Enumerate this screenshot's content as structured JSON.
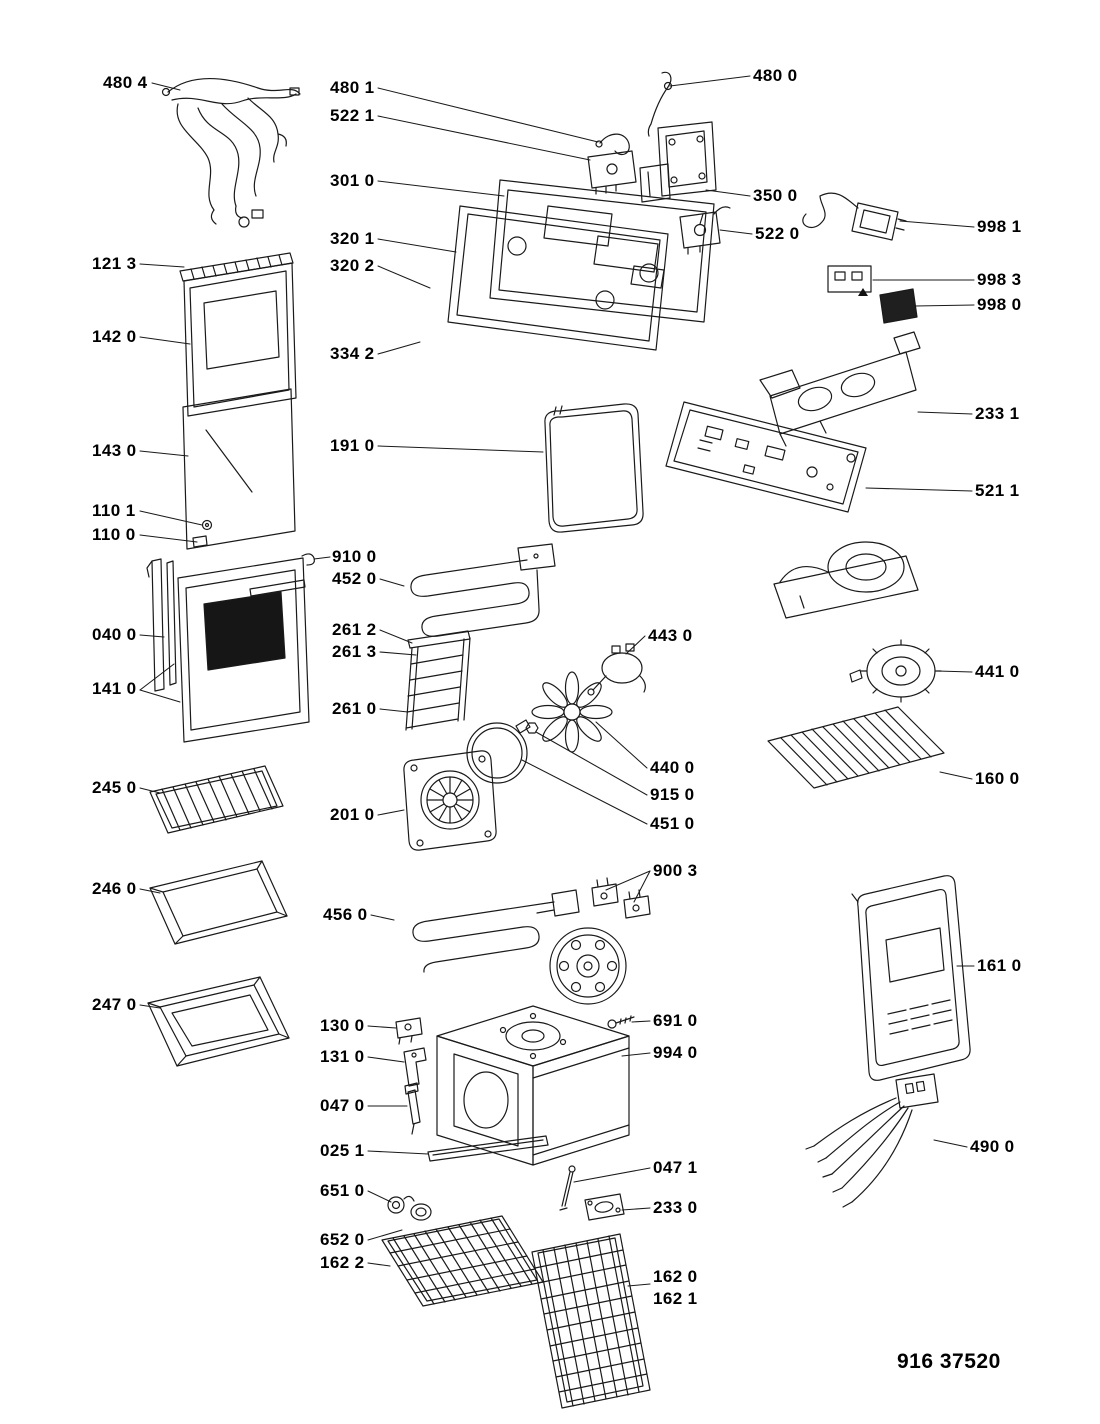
{
  "document": {
    "code": "916 37520"
  },
  "labels": {
    "l480_4": "480 4",
    "l121_3": "121 3",
    "l142_0": "142 0",
    "l143_0": "143 0",
    "l110_1": "110 1",
    "l110_0": "110 0",
    "l040_0": "040 0",
    "l141_0": "141 0",
    "l245_0": "245 0",
    "l246_0": "246 0",
    "l247_0": "247 0",
    "l480_1": "480 1",
    "l522_1": "522 1",
    "l301_0": "301 0",
    "l320_1": "320 1",
    "l320_2": "320 2",
    "l334_2": "334 2",
    "l191_0": "191 0",
    "l910_0": "910 0",
    "l452_0": "452 0",
    "l261_2": "261 2",
    "l261_3": "261 3",
    "l261_0": "261 0",
    "l201_0": "201 0",
    "l456_0": "456 0",
    "l130_0": "130 0",
    "l131_0": "131 0",
    "l047_0": "047 0",
    "l025_1": "025 1",
    "l651_0": "651 0",
    "l652_0": "652 0",
    "l162_2": "162 2",
    "l480_0": "480 0",
    "l350_0": "350 0",
    "l522_0": "522 0",
    "l998_1": "998 1",
    "l998_3": "998 3",
    "l998_0": "998 0",
    "l233_1": "233 1",
    "l521_1": "521 1",
    "l443_0": "443 0",
    "l441_0": "441 0",
    "l440_0": "440 0",
    "l915_0": "915 0",
    "l451_0": "451 0",
    "l160_0": "160 0",
    "l900_3": "900 3",
    "l161_0": "161 0",
    "l691_0": "691 0",
    "l994_0": "994 0",
    "l490_0": "490 0",
    "l047_1": "047 1",
    "l233_0": "233 0",
    "l162_0": "162 0",
    "l162_1": "162 1"
  }
}
